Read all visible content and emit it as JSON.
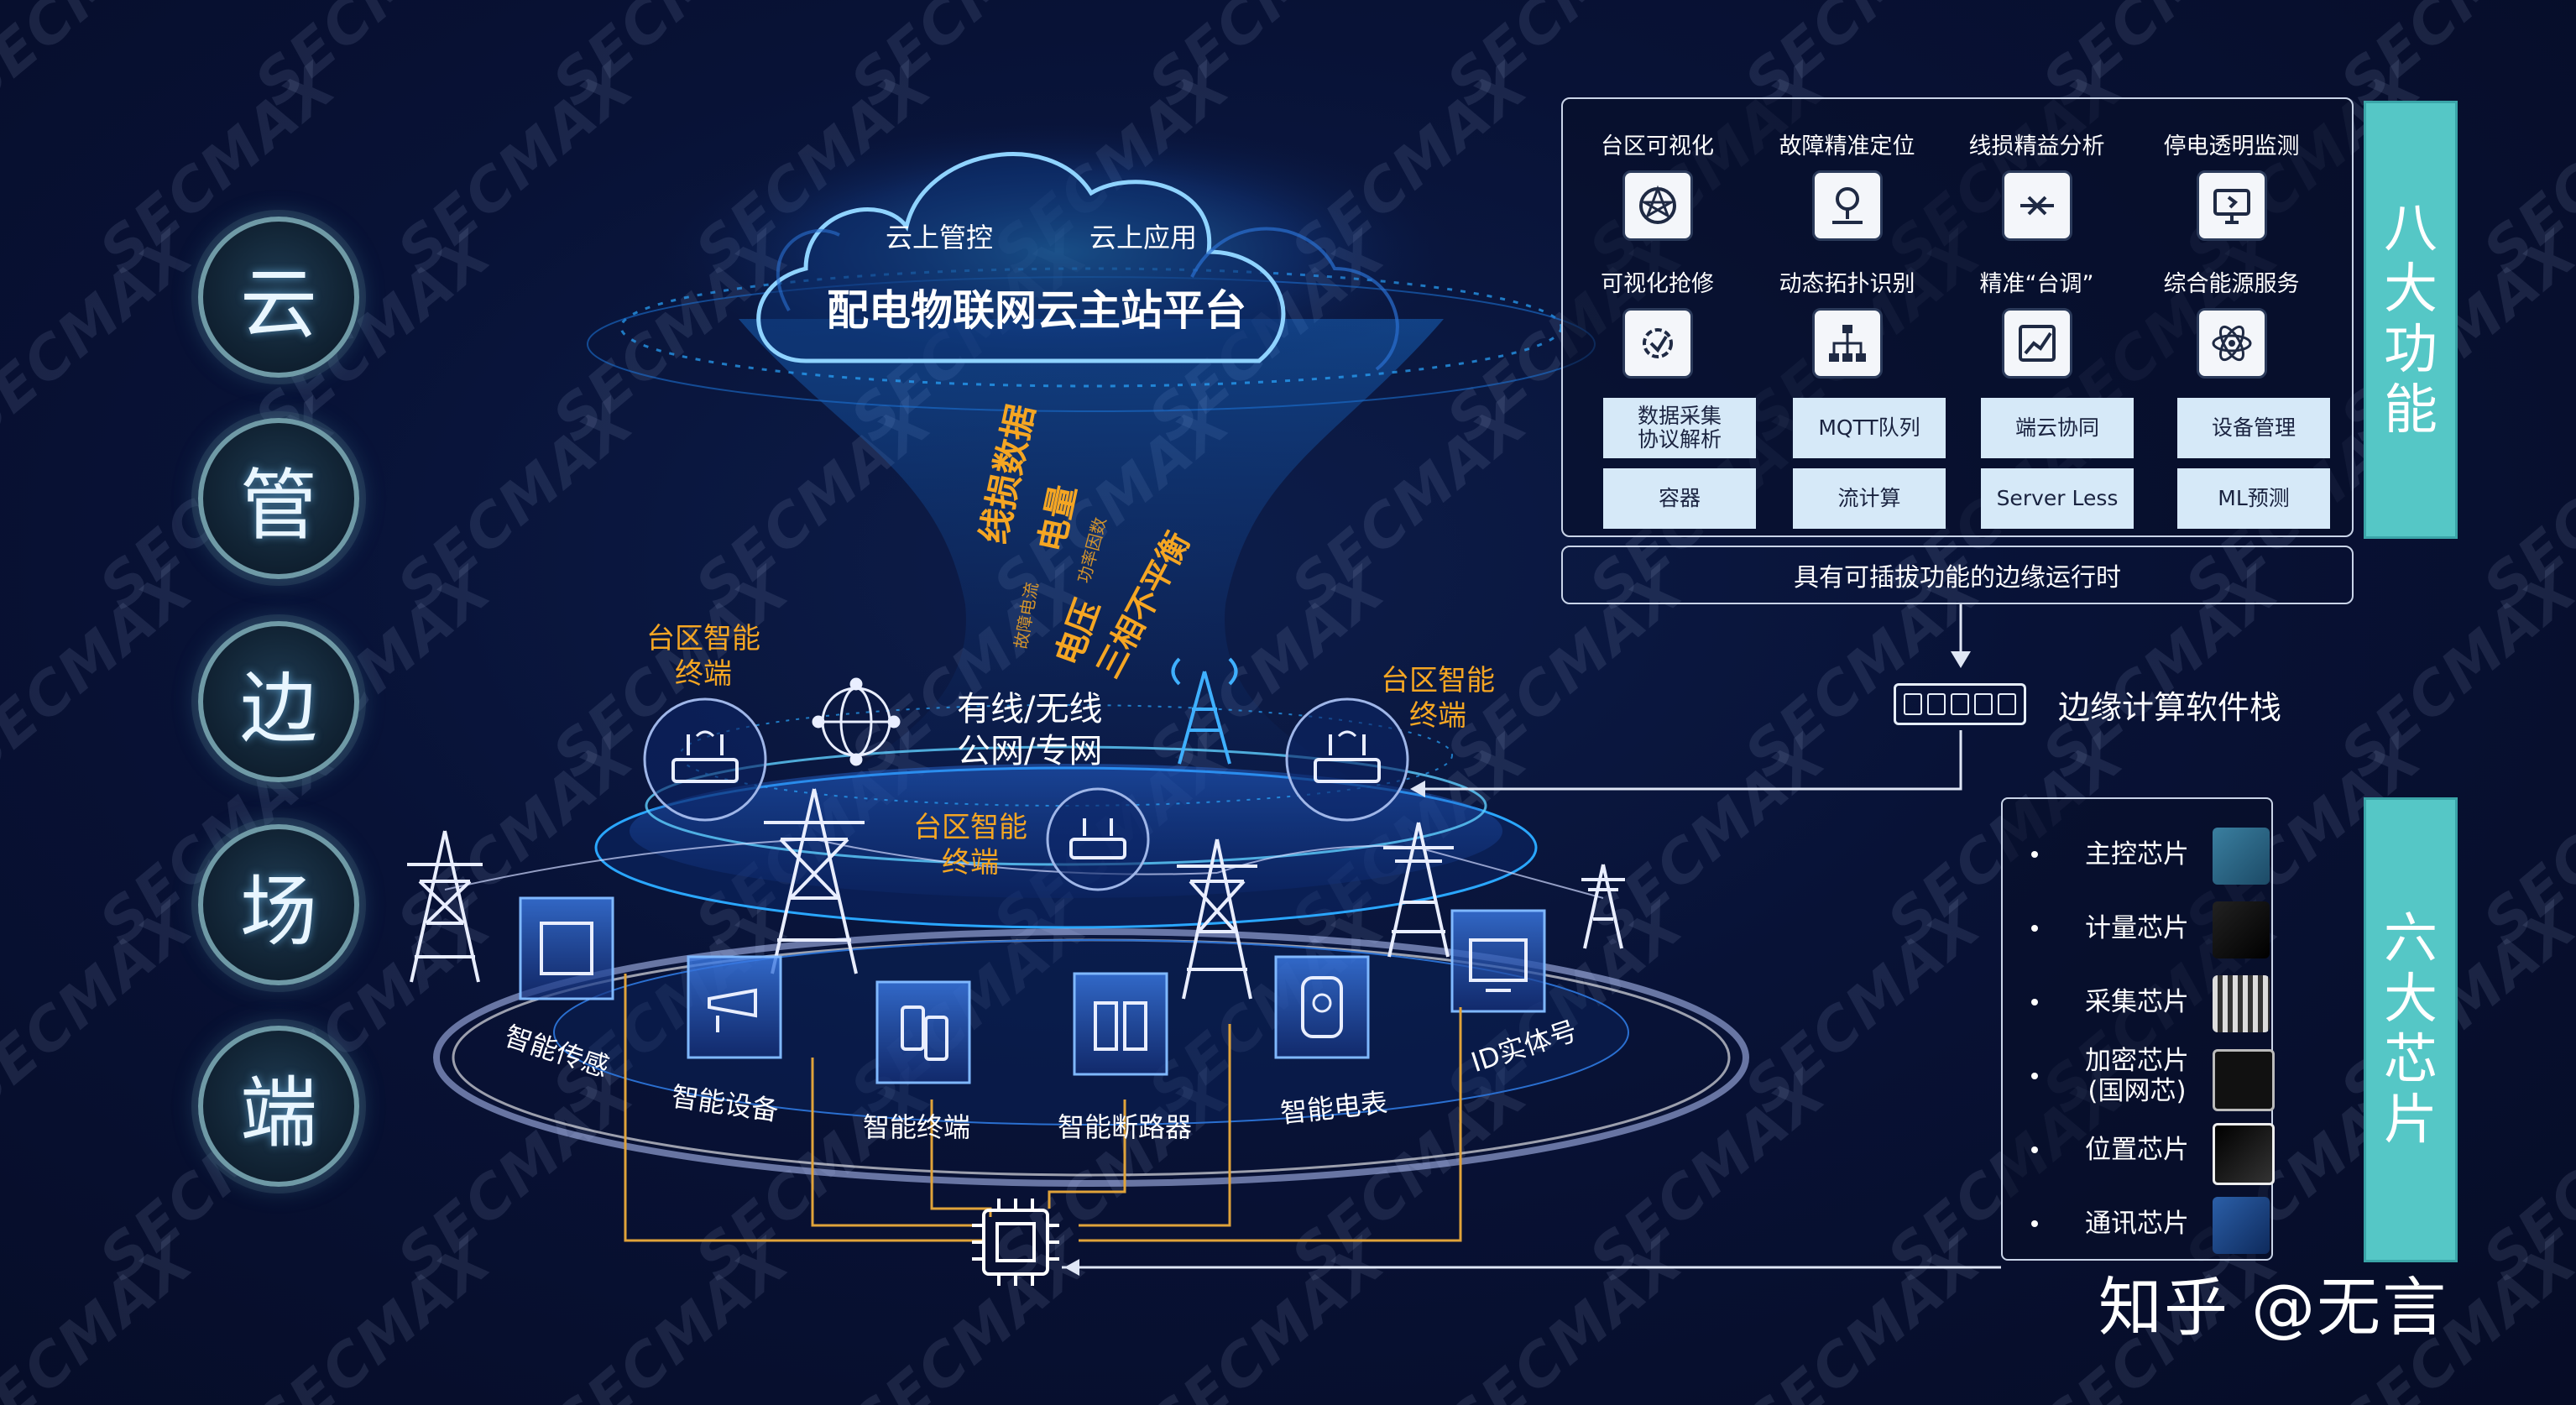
{
  "side_labels": [
    "云",
    "管",
    "边",
    "场",
    "端"
  ],
  "cloud": {
    "tag_left": "云上管控",
    "tag_right": "云上应用",
    "title": "配电物联网云主站平台"
  },
  "floating_words": {
    "line_loss": "线损数据",
    "power": "电量",
    "voltage": "电压",
    "unbalance": "三相不平衡",
    "small1": "故障电流",
    "small2": "功率因数"
  },
  "network_label": {
    "line1": "有线/无线",
    "line2": "公网/专网"
  },
  "terminal_label": {
    "line1": "台区智能",
    "line2": "终端"
  },
  "devices": [
    {
      "label": "智能传感",
      "icon": "meter-icon"
    },
    {
      "label": "智能设备",
      "icon": "camera-icon"
    },
    {
      "label": "智能终端",
      "icon": "phone-icon"
    },
    {
      "label": "智能断路器",
      "icon": "breaker-icon"
    },
    {
      "label": "智能电表",
      "icon": "electric-meter-icon"
    },
    {
      "label": "ID实体号",
      "icon": "screen-icon"
    }
  ],
  "functions": [
    {
      "label": "台区可视化",
      "icon": "visual-icon"
    },
    {
      "label": "故障精准定位",
      "icon": "location-icon"
    },
    {
      "label": "线损精益分析",
      "icon": "analysis-icon"
    },
    {
      "label": "停电透明监测",
      "icon": "monitor-icon"
    },
    {
      "label": "可视化抢修",
      "icon": "repair-icon"
    },
    {
      "label": "动态拓扑识别",
      "icon": "topology-icon"
    },
    {
      "label": "精准“台调”",
      "icon": "chart-icon"
    },
    {
      "label": "综合能源服务",
      "icon": "energy-icon"
    }
  ],
  "modules": [
    "数据采集\n协议解析",
    "MQTT队列",
    "端云协同",
    "设备管理",
    "容器",
    "流计算",
    "Server Less",
    "ML预测"
  ],
  "runtime_label": "具有可插拔功能的边缘运行时",
  "eight_functions_title": [
    "八",
    "大",
    "功",
    "能"
  ],
  "edge_stack_label": "边缘计算软件栈",
  "chips": [
    "主控芯片",
    "计量芯片",
    "采集芯片",
    "加密芯片\n(国网芯)",
    "位置芯片",
    "通讯芯片"
  ],
  "six_chips_title": [
    "六",
    "大",
    "芯",
    "片"
  ],
  "watermark": "SECMAX",
  "zhihu": "知乎 @无言",
  "colors": {
    "accent_teal": "#55c7c6",
    "orange": "#f5a623",
    "glow": "#2aa7ff",
    "line_orange": "#e0a33a"
  }
}
